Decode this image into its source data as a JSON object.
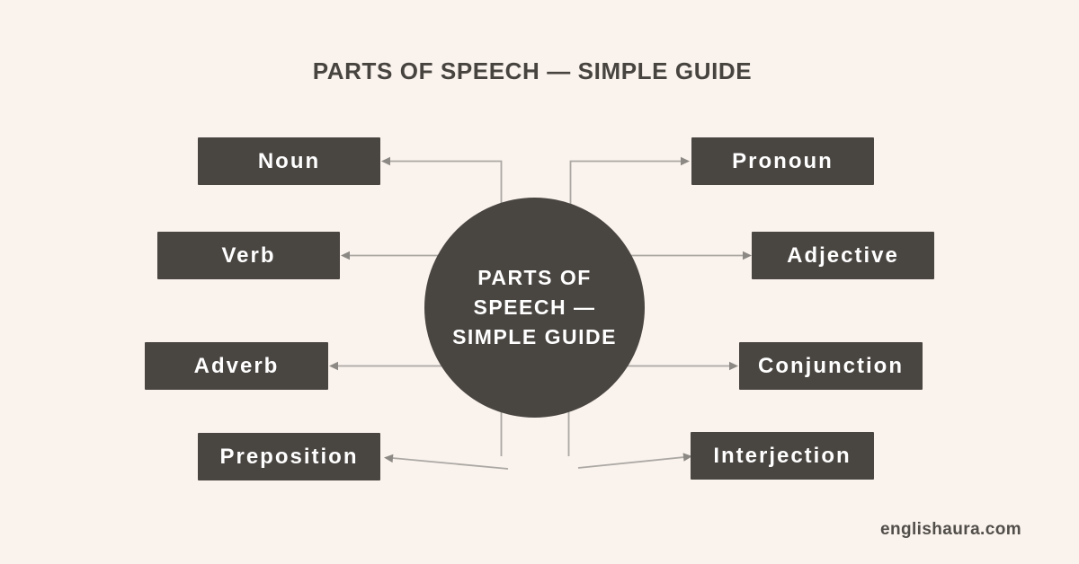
{
  "title": "PARTS OF SPEECH — SIMPLE GUIDE",
  "center": {
    "lines": [
      "PARTS OF",
      "SPEECH —",
      "SIMPLE GUIDE"
    ]
  },
  "nodes": [
    {
      "label": "Noun"
    },
    {
      "label": "Pronoun"
    },
    {
      "label": "Verb"
    },
    {
      "label": "Adjective"
    },
    {
      "label": "Adverb"
    },
    {
      "label": "Conjunction"
    },
    {
      "label": "Preposition"
    },
    {
      "label": "Interjection"
    }
  ],
  "watermark": "englishaura.com",
  "colors": {
    "background": "#faf2ec",
    "node_fill": "#494541",
    "node_text": "#ffffff",
    "connector": "#aba8a4",
    "arrowhead": "#8c8984",
    "title_text": "#474440",
    "watermark_text": "#514e4a"
  }
}
